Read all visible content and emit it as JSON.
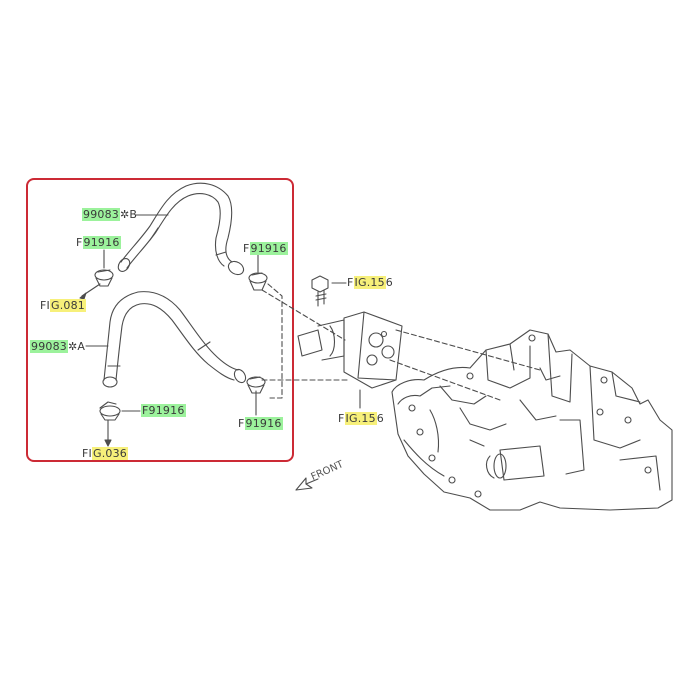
{
  "colors": {
    "frame": "#cc2a35",
    "line": "#4d4d4d",
    "green_highlight": "#9cf29c",
    "yellow_highlight": "#f7f07a"
  },
  "labels": {
    "hose_b": {
      "prefix": "99083",
      "suffix": "✲B"
    },
    "hose_a": {
      "prefix": "99083",
      "suffix": "✲A"
    },
    "clamp_upper_left": {
      "prefix": "F",
      "code": "91916"
    },
    "clamp_upper_right": {
      "prefix": "F",
      "code": "91916"
    },
    "clamp_lower_left": {
      "prefix": "",
      "code": "F91916"
    },
    "clamp_lower_right": {
      "prefix": "F",
      "code": "91916"
    },
    "fig_081": {
      "prefix": "FI",
      "code": "G.081"
    },
    "fig_036": {
      "prefix": "FI",
      "code": "G.036"
    },
    "fig_156_bolt": {
      "prefix": "F",
      "code": "IG.15",
      "suffix": "6"
    },
    "fig_156_cooler": {
      "prefix": "F",
      "code": "IG.15",
      "suffix": "6"
    },
    "front": "FRONT"
  },
  "icons": [
    "front-arrow-icon"
  ]
}
